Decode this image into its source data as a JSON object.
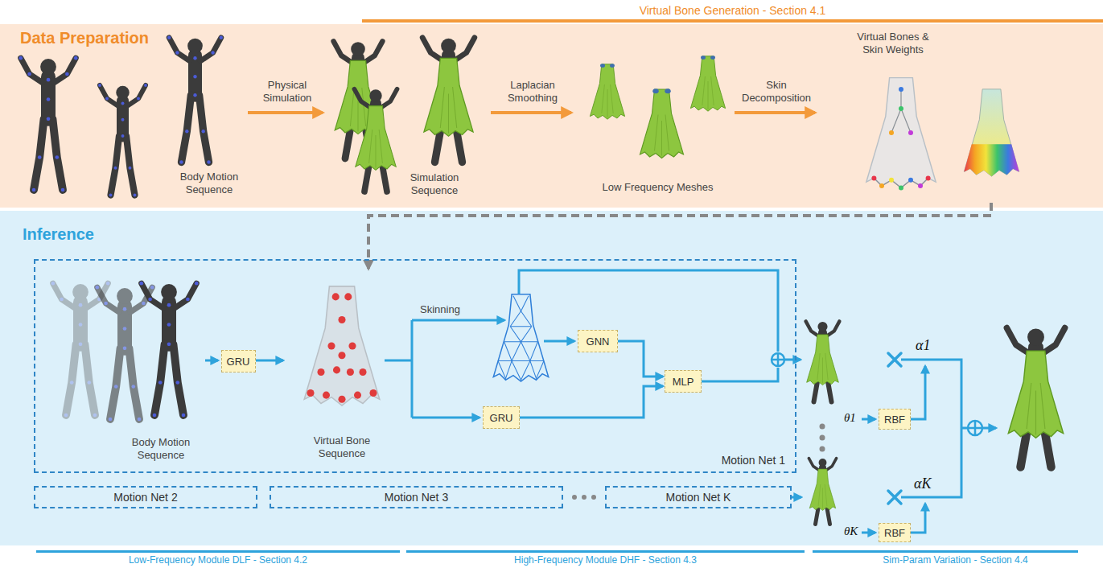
{
  "diagram": {
    "nodes": [
      {
        "text": [
          "Data Preparation"
        ]
      },
      {
        "text": [
          "Inference"
        ]
      },
      {
        "text": [
          "Motion Net 1"
        ],
        "in": 1
      },
      {
        "text": [
          "GRU"
        ],
        "in": 2
      },
      {
        "text": [
          "GNN"
        ],
        "in": 2
      },
      {
        "text": [
          "MLP"
        ],
        "in": 2
      },
      {
        "text": [
          "GRU"
        ],
        "in": 2
      },
      {
        "text": [
          "Motion Net 2"
        ],
        "in": 1
      },
      {
        "text": [
          "Motion Net 3"
        ],
        "in": 1
      },
      {
        "text": [
          "Motion Net K"
        ],
        "in": 1
      },
      {
        "text": [
          "RBF"
        ],
        "in": 1
      },
      {
        "text": [
          "RBF"
        ],
        "in": 1
      }
    ],
    "edges": [
      {
        "from": 4,
        "to": 5,
        "arrow": "to"
      },
      {
        "from": 6,
        "to": 5,
        "arrow": "to"
      }
    ],
    "labels": [
      "Virtual Bone Generation - Section 4.1",
      "Body Motion Sequence",
      "Physical Simulation",
      "Simulation Sequence",
      "Laplacian Smoothing",
      "Low Frequency Meshes",
      "Skin Decomposition",
      "Virtual Bones & Skin Weights",
      "Body Motion Sequence",
      "Virtual Bone Sequence",
      "Skinning",
      "α1",
      "θ1",
      "αK",
      "θK",
      "Low-Frequency Module DLF - Section 4.2",
      "High-Frequency Module DHF - Section 4.3",
      "Sim-Param Variation - Section 4.4"
    ]
  }
}
